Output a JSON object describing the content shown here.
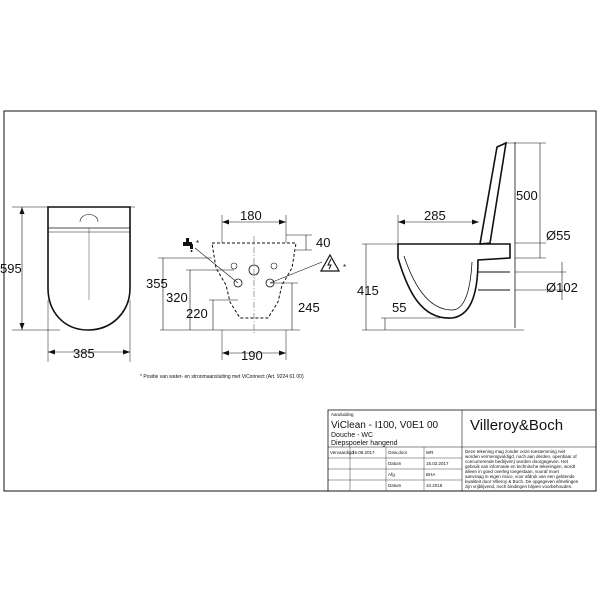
{
  "views": {
    "front": {
      "height_label": "595",
      "width_label": "385"
    },
    "back": {
      "dim_180": "180",
      "dim_40": "40",
      "dim_355": "355",
      "dim_320": "320",
      "dim_220": "220",
      "dim_245": "245",
      "dim_190": "190",
      "asterisk_left": "*",
      "asterisk_right": "*"
    },
    "side": {
      "dim_285": "285",
      "dim_500": "500",
      "dim_55_dia": "Ø55",
      "dim_102_dia": "Ø102",
      "dim_415": "415",
      "dim_55": "55"
    }
  },
  "footnote": "* Positie van water- en stroomaansluiting met ViConnect (Art. 9224 61 00)",
  "title_block": {
    "kenmerk_label": "Aanduiding",
    "product": "ViClean - I100, V0E1 00",
    "line2": "Douche - WC",
    "line3": "Diepspoeler hangend",
    "brand": "Villeroy&Boch",
    "row1_label": "Vervaardigd",
    "row1_date": "15.09.2017",
    "row1_col3_label": "Gew.door",
    "row1_col3_value": "WR",
    "row2_col3_label": "Datum",
    "row2_col3_value": "15.02.2017",
    "row3_col3_label": "Afg.",
    "row3_col3_value": "BHA",
    "row4_col3_label": "Datum",
    "row4_col3_value": "10.2018",
    "disclaimer": [
      "Deze tekening mag zonder onze toestemming niet",
      "worden vermenigvuldigd, noch aan derden, openbaar of",
      "concurrerende bedrijven) worden doorgegeven. Het",
      "gebruik van informatie en technische tekeningen, wordt",
      "alleen in goed overleg toegestaan, vooraf moet",
      "aanvraag in eigen risico, voor afdruk van een geldende",
      "kwaliteit door Villeroy & Boch. De opgegeven afmetingen",
      "zijn vrijblijvend, noch bindingen blijven voorbehouden."
    ]
  }
}
